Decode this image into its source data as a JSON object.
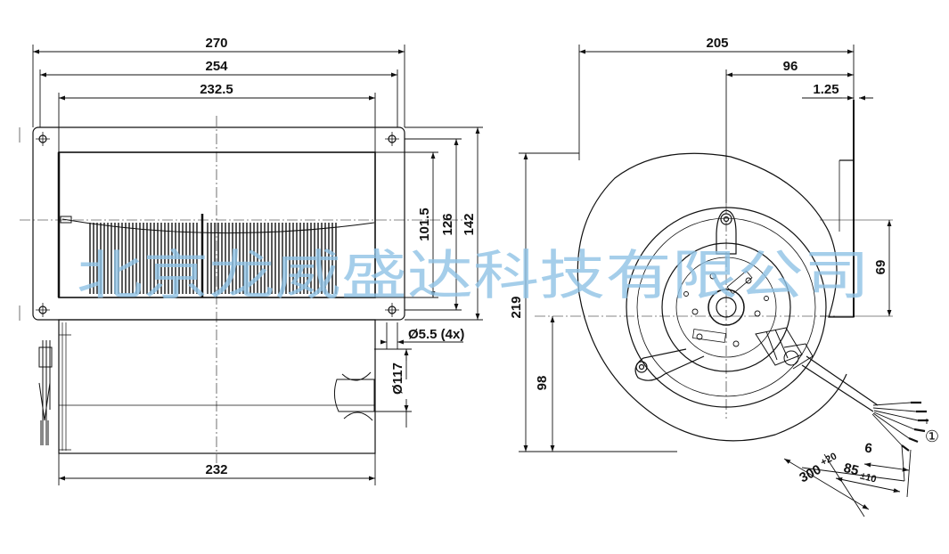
{
  "dimensions": {
    "front_width_overall": "270",
    "front_width_flange": "254",
    "front_width_inner": "232.5",
    "front_width_housing": "232",
    "front_height_1015": "101.5",
    "front_height_126": "126",
    "front_height_142": "142",
    "mount_hole": "Ø5.5 (4x)",
    "inlet_diameter": "Ø117",
    "side_width_overall": "205",
    "side_width_96": "96",
    "side_flange_thickness": "1.25",
    "side_height_overall": "219",
    "side_height_98": "98",
    "side_outlet_69": "69",
    "cable_strip": "6",
    "cable_length": "300",
    "cable_length_tol": "+20",
    "cable_end": "85",
    "cable_end_tol": "±10",
    "callout_1": "①"
  },
  "watermark": "北京龙威盛达科技有限公司"
}
